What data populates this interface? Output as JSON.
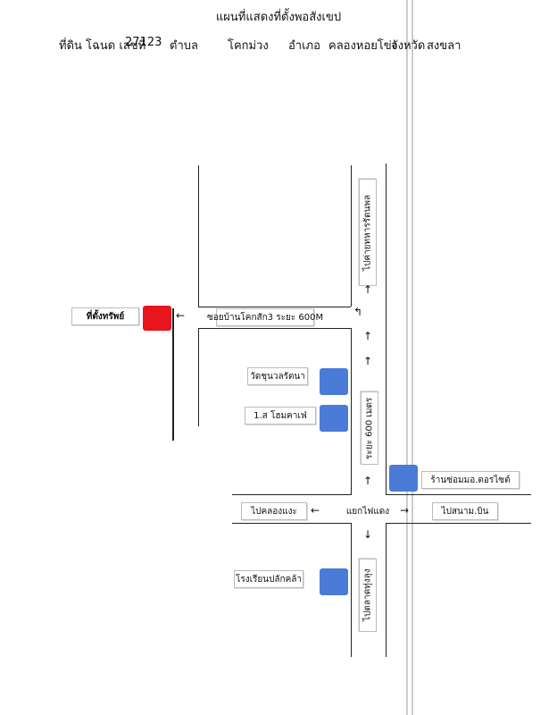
{
  "title": "แผนที่แสดงที่ตั้งพอสังเขป",
  "header": {
    "deed_label": "ที่ดิน โฉนด เลขที่",
    "deed_no": "27123",
    "tambon_label": "ตำบล",
    "tambon": "โคกม่วง",
    "amphoe_label": "อำเภอ",
    "amphoe": "คลองหอยโข่ง",
    "province_label": "จังหวัด",
    "province": "สงขลา"
  },
  "labels": {
    "property": "ที่ตั้งทรัพย์",
    "soi": "ซอยบ้านโคกสัก3 ระยะ 600M",
    "to_army_camp": "ไปค่ายทหารรัตนพล",
    "distance": "ระยะ 600 เมตร",
    "temple": "วัดชุนวลรัตนา",
    "homestay": "1.ส โฮมคาเฟ่",
    "shop": "ร้านซ่อมมอ.ตอรไซต์",
    "to_khlong_hae": "ไปคลองแงะ",
    "junction": "แยกไฟแดง",
    "to_airport": "ไปสนาม.บิน",
    "school": "โรงเรียนปลักคล้า",
    "to_thung_lung": "ไปตลาดทุ่งลุง"
  },
  "colors": {
    "property": "#e8141e",
    "landmark": "#4a7bd6",
    "road": "#222222"
  }
}
